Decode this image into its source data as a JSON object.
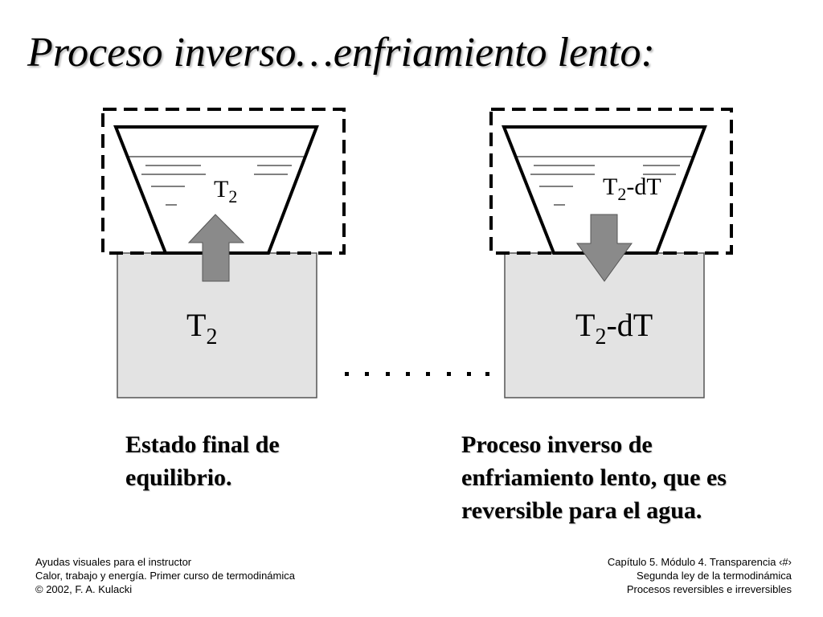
{
  "title": "Proceso inverso…enfriamiento lento:",
  "diagram": {
    "left": {
      "beaker_label": "T",
      "beaker_sub": "2",
      "block_label": "T",
      "block_sub": "2",
      "arrow": "up"
    },
    "right": {
      "beaker_label": "T",
      "beaker_sub": "2",
      "beaker_suffix": "-dT",
      "block_label": "T",
      "block_sub": "2",
      "block_suffix": "-dT",
      "arrow": "down"
    },
    "ellipsis": "……"
  },
  "captions": {
    "left": [
      "Estado final de",
      "equilibrio."
    ],
    "right": [
      "Proceso inverso de",
      "enfriamiento lento, que es",
      "reversible para el agua."
    ]
  },
  "footer": {
    "left": [
      "Ayudas visuales para el instructor",
      "Calor, trabajo y energía. Primer curso de termodinámica",
      "© 2002, F. A. Kulacki"
    ],
    "right": [
      "Capítulo 5. Módulo 4.  Transparencia ‹#›",
      "Segunda ley de la termodinámica",
      "Procesos reversibles e irreversibles"
    ]
  },
  "colors": {
    "block_fill": "#e3e3e3",
    "arrow_fill": "#8a8a8a",
    "line": "#000000"
  }
}
